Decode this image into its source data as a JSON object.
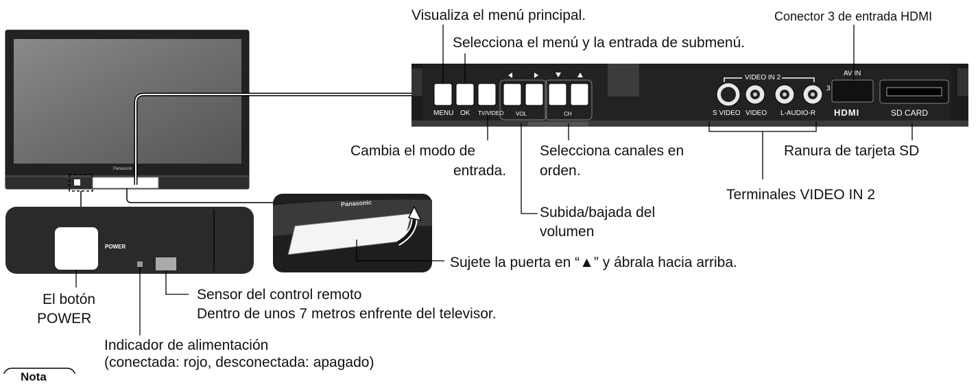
{
  "tv": {
    "brand": "Panasonic"
  },
  "zoom_box": {
    "power_label": "POWER"
  },
  "door": {
    "brand": "Panasonic"
  },
  "panel": {
    "menu": "MENU",
    "ok": "OK",
    "tvvideo": "TV/VIDEO",
    "vol": "VOL",
    "ch": "CH",
    "video_in2": "VIDEO IN 2",
    "s_video": "S VIDEO",
    "video": "VIDEO",
    "audio": "L-AUDIO-R",
    "av_in": "AV IN",
    "hdmi_num": "3",
    "hdmi": "HDMI",
    "sd_card": "SD CARD"
  },
  "callouts": {
    "main_menu": "Visualiza el menú principal.",
    "select_menu": "Selecciona el menú y la entrada de submenú.",
    "hdmi3": "Conector 3 de entrada HDMI",
    "input_mode_1": "Cambia el modo de",
    "input_mode_2": "entrada.",
    "channels_1": "Selecciona canales en",
    "channels_2": "orden.",
    "sd_slot": "Ranura de tarjeta SD",
    "video_in2_terminals": "Terminales VIDEO IN 2",
    "volume_1": "Subida/bajada del",
    "volume_2": "volumen",
    "door": "Sujete la puerta en “▲” y ábrala hacia arriba.",
    "power_btn_1": "El botón",
    "power_btn_2": "POWER",
    "remote_sensor_1": "Sensor del control remoto",
    "remote_sensor_2": "Dentro de unos 7 metros enfrente del televisor.",
    "power_ind_1": "Indicador de alimentación",
    "power_ind_2": "(conectada:  rojo, desconectada:  apagado)"
  },
  "note": {
    "label": "Nota"
  }
}
